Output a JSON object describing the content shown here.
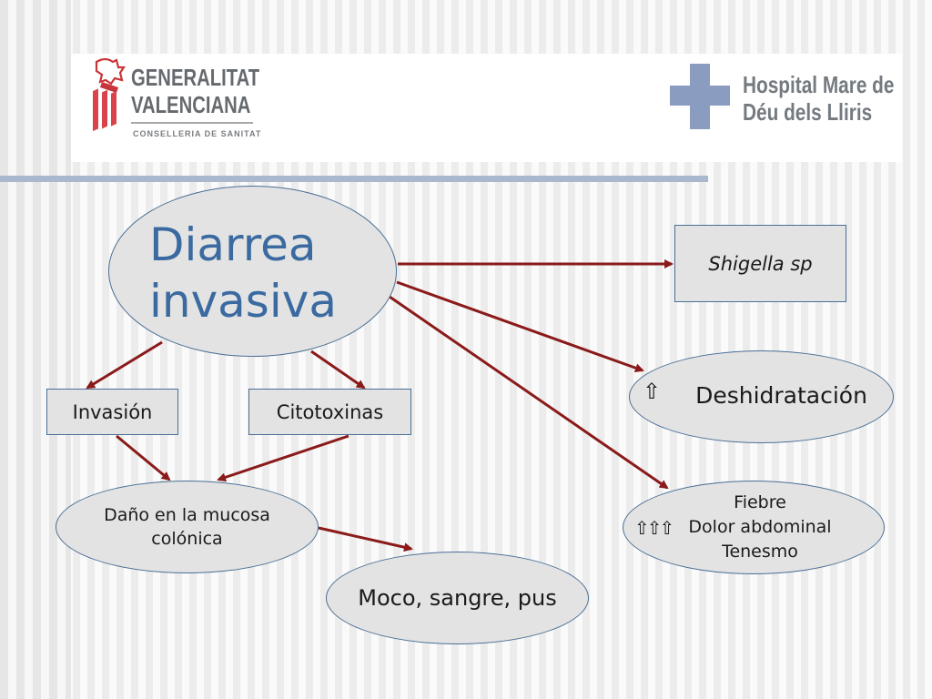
{
  "logos": {
    "gva": {
      "line1": "GENERALITAT",
      "line2": "VALENCIANA",
      "line3": "CONSELLERIA DE SANITAT"
    },
    "hospital": {
      "line1": "Hospital Mare de",
      "line2": "Déu dels Lliris"
    }
  },
  "nodes": {
    "main": "Diarrea\ninvasiva",
    "shigella": "Shigella sp",
    "invasion": "Invasión",
    "citotoxinas": "Citotoxinas",
    "dano": "Daño en la mucosa\ncolónica",
    "moco": "Moco, sangre, pus",
    "deshidratacion": "Deshidratación",
    "fiebre": "Fiebre\nDolor abdominal\nTenesmo"
  },
  "symbols": {
    "single_up": "⇧",
    "triple_up": "⇧⇧⇧"
  },
  "colors": {
    "title_text": "#3a6aa0",
    "node_fill": "#e3e3e3",
    "node_border": "#4a6f95",
    "arrow": "#8b1a1a",
    "rule": "#a9b8cc"
  }
}
